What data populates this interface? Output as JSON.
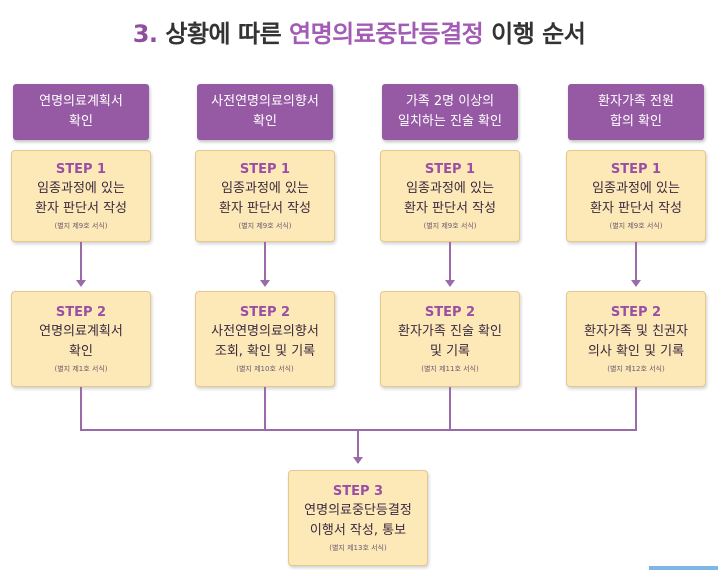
{
  "title": {
    "number": "3.",
    "pre": "상황에 따른",
    "highlight": "연명의료중단등결정",
    "post": "이행 순서"
  },
  "columns": [
    {
      "header": "연명의료계획서\n확인",
      "step1": {
        "label": "STEP 1",
        "desc": "임종과정에 있는\n환자 판단서 작성",
        "note": "(별지 제9호 서식)"
      },
      "step2": {
        "label": "STEP 2",
        "desc": "연명의료계획서\n확인",
        "note": "(별지 제1호 서식)"
      }
    },
    {
      "header": "사전연명의료의향서\n확인",
      "step1": {
        "label": "STEP 1",
        "desc": "임종과정에 있는\n환자 판단서 작성",
        "note": "(별지 제9호 서식)"
      },
      "step2": {
        "label": "STEP 2",
        "desc": "사전연명의료의향서\n조회, 확인 및 기록",
        "note": "(별지 제10호 서식)"
      }
    },
    {
      "header": "가족 2명 이상의\n일치하는 진술 확인",
      "step1": {
        "label": "STEP 1",
        "desc": "임종과정에 있는\n환자 판단서 작성",
        "note": "(별지 제9호 서식)"
      },
      "step2": {
        "label": "STEP 2",
        "desc": "환자가족 진술 확인\n및 기록",
        "note": "(별지 제11호 서식)"
      }
    },
    {
      "header": "환자가족 전원\n합의 확인",
      "step1": {
        "label": "STEP 1",
        "desc": "임종과정에 있는\n환자 판단서 작성",
        "note": "(별지 제9호 서식)"
      },
      "step2": {
        "label": "STEP 2",
        "desc": "환자가족 및 친권자\n의사 확인 및 기록",
        "note": "(별지 제12호 서식)"
      }
    }
  ],
  "step3": {
    "label": "STEP 3",
    "desc": "연명의료중단등결정\n이행서 작성, 통보",
    "note": "(별지 제13호 서식)"
  },
  "colors": {
    "header_bg": "#955aa3",
    "box_bg": "#fde8b8",
    "connector": "#9b6aa8",
    "step_text": "#9b4fa4"
  }
}
